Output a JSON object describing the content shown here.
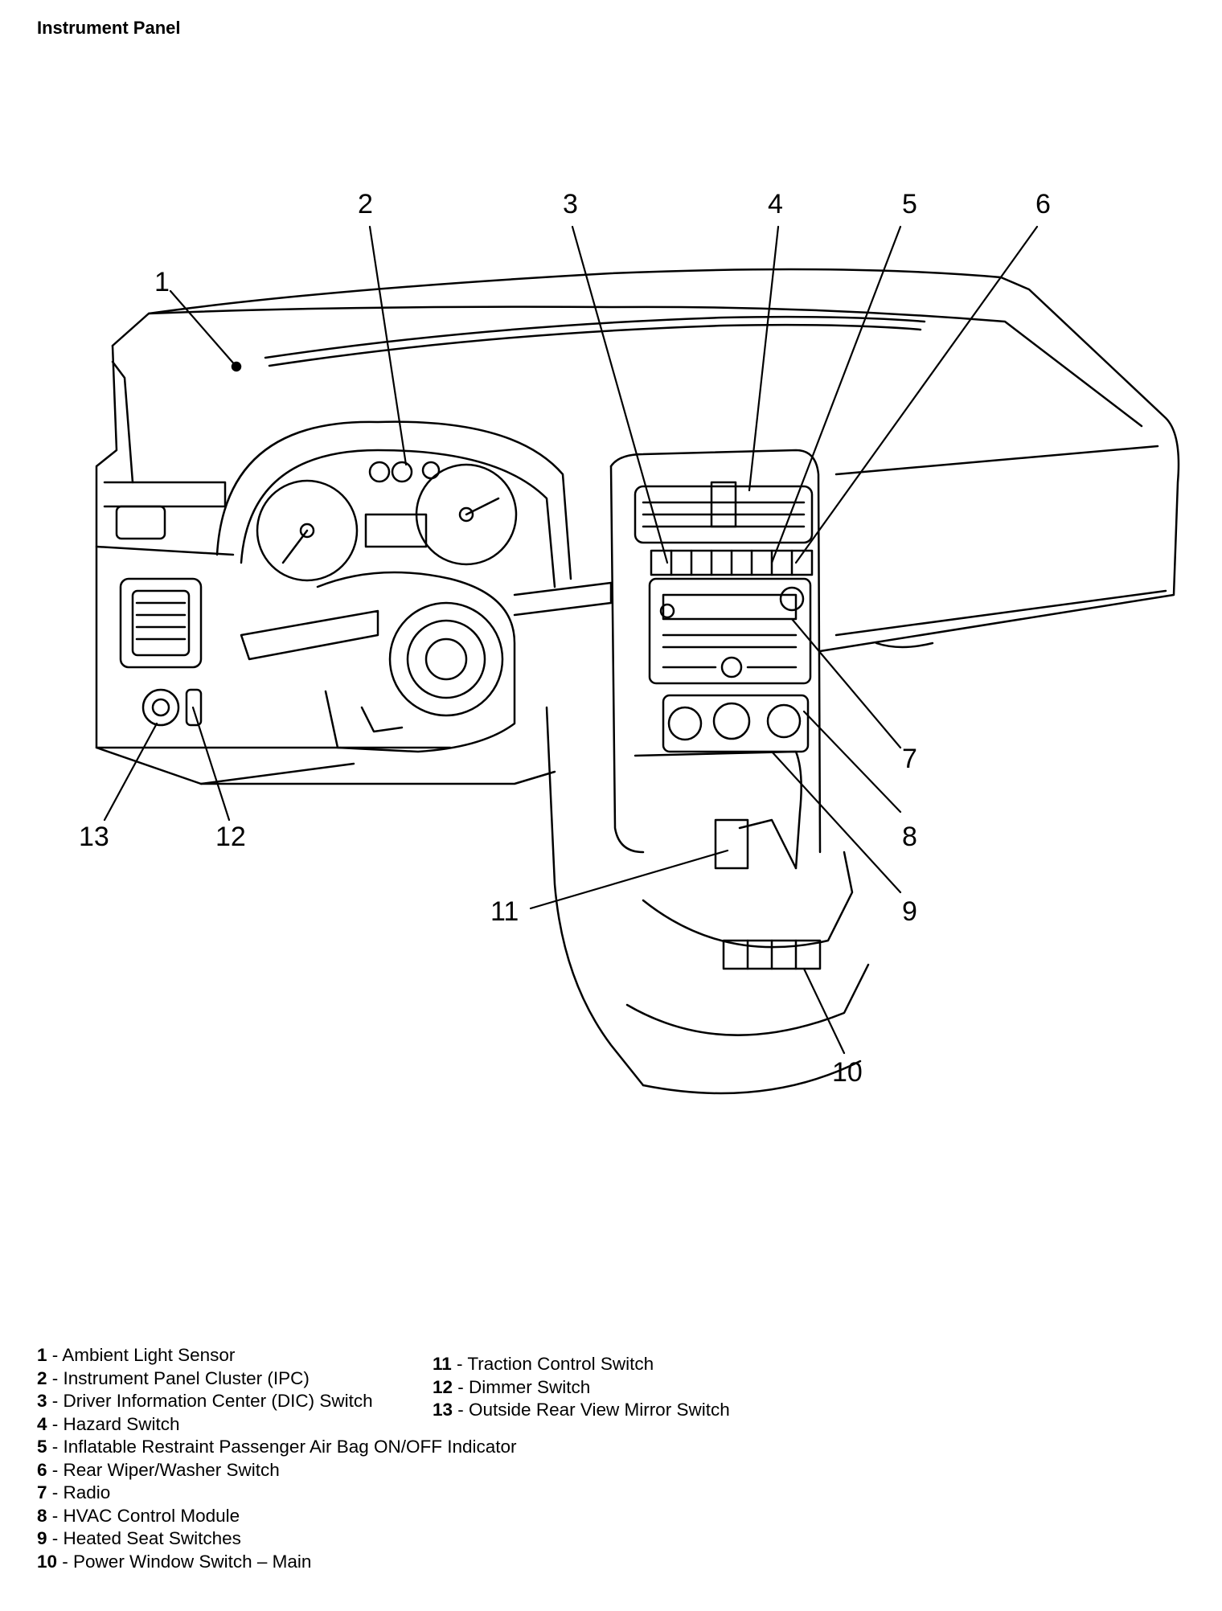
{
  "title": "Instrument Panel",
  "callouts": [
    "1",
    "2",
    "3",
    "4",
    "5",
    "6",
    "7",
    "8",
    "9",
    "10",
    "11",
    "12",
    "13"
  ],
  "legend": [
    {
      "num": "1",
      "label": "Ambient Light Sensor"
    },
    {
      "num": "2",
      "label": "Instrument Panel Cluster (IPC)"
    },
    {
      "num": "3",
      "label": "Driver Information Center (DIC) Switch"
    },
    {
      "num": "4",
      "label": "Hazard Switch"
    },
    {
      "num": "5",
      "label": "Inflatable Restraint Passenger Air Bag ON/OFF Indicator"
    },
    {
      "num": "6",
      "label": "Rear Wiper/Washer Switch"
    },
    {
      "num": "7",
      "label": "Radio"
    },
    {
      "num": "8",
      "label": "HVAC Control Module"
    },
    {
      "num": "9",
      "label": "Heated Seat Switches"
    },
    {
      "num": "10",
      "label": "Power Window Switch – Main"
    },
    {
      "num": "11",
      "label": "Traction Control Switch"
    },
    {
      "num": "12",
      "label": "Dimmer Switch"
    },
    {
      "num": "13",
      "label": "Outside Rear View Mirror Switch"
    }
  ]
}
